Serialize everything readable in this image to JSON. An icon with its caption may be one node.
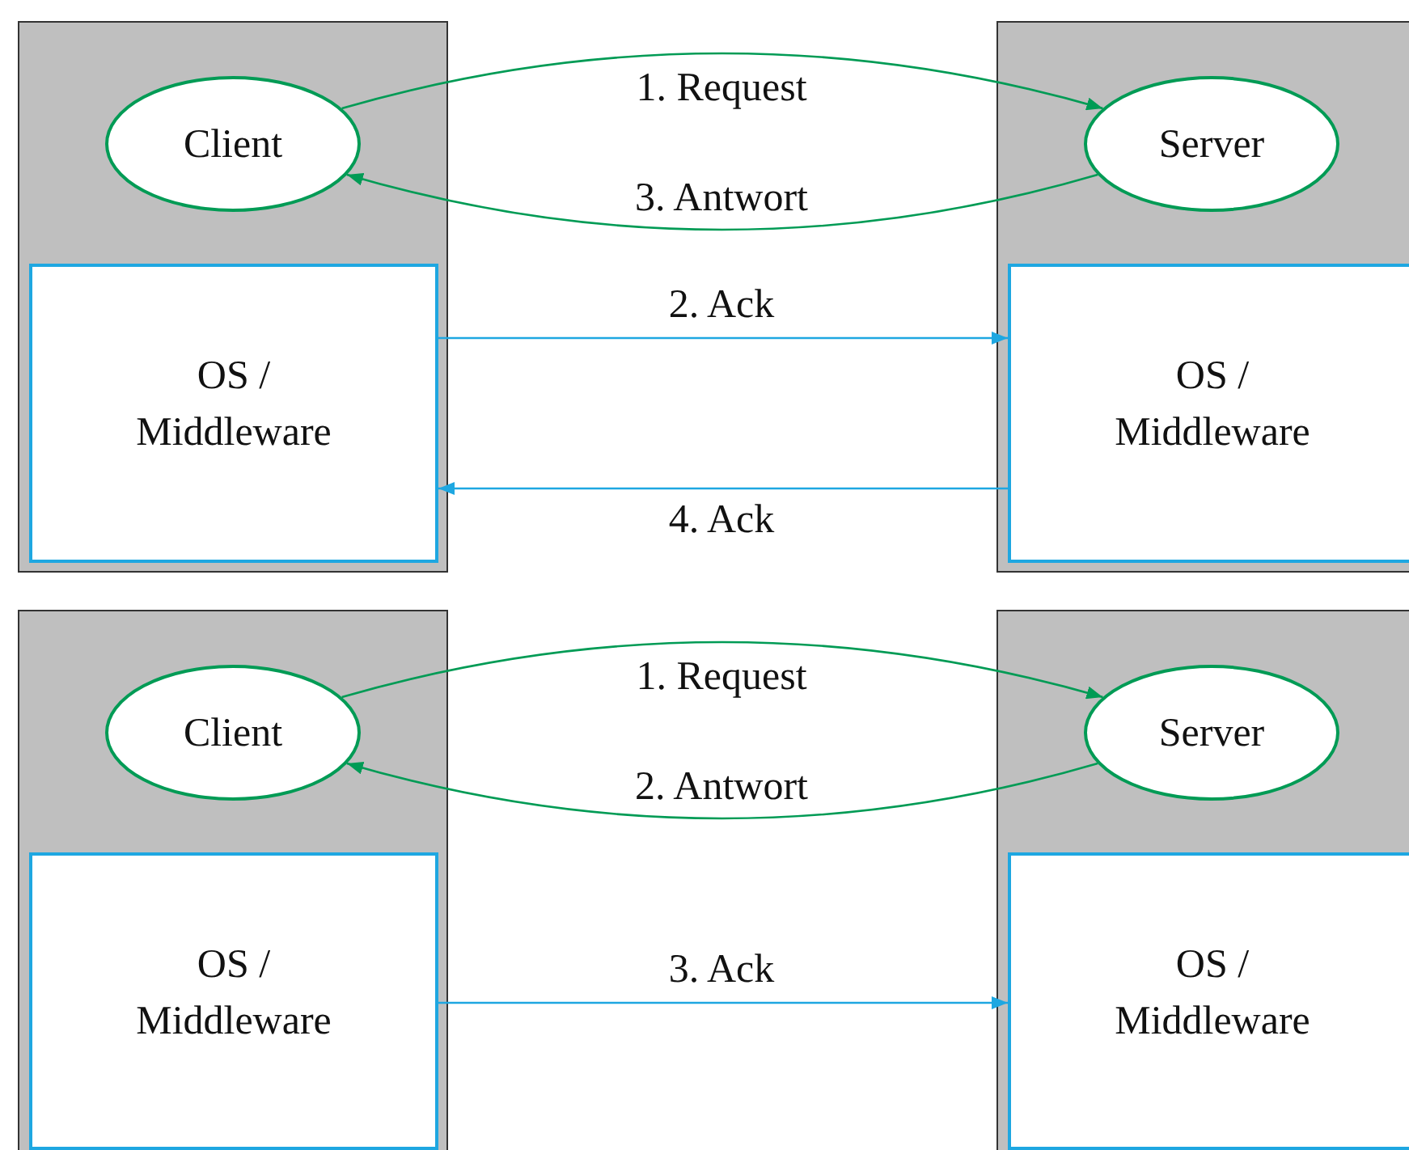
{
  "diagram": {
    "nodes": [
      {
        "text": [],
        "shape": "box"
      },
      {
        "text": [
          "Client"
        ],
        "in": 0
      },
      {
        "text": [
          "OS / Middleware"
        ],
        "in": 0
      },
      {
        "text": [],
        "shape": "box"
      },
      {
        "text": [
          "Server"
        ],
        "in": 3
      },
      {
        "text": [
          "OS / Middleware"
        ],
        "in": 3
      },
      {
        "text": [],
        "shape": "box"
      },
      {
        "text": [
          "Client"
        ],
        "in": 6
      },
      {
        "text": [
          "OS / Middleware"
        ],
        "in": 6
      },
      {
        "text": [],
        "shape": "box"
      },
      {
        "text": [
          "Server"
        ],
        "in": 9
      },
      {
        "text": [
          "OS / Middleware"
        ],
        "in": 9
      }
    ],
    "edges": [
      {
        "from": 1,
        "to": 4,
        "arrow": "to",
        "label": "1. Request"
      },
      {
        "from": 4,
        "to": 1,
        "arrow": "to",
        "label": "3. Antwort"
      },
      {
        "from": 2,
        "to": 5,
        "arrow": "to",
        "label": "2. Ack",
        "color": "#1ea7e1"
      },
      {
        "from": 5,
        "to": 2,
        "arrow": "to",
        "label": "4. Ack",
        "color": "#1ea7e1"
      },
      {
        "from": 7,
        "to": 10,
        "arrow": "to",
        "label": "1. Request"
      },
      {
        "from": 10,
        "to": 7,
        "arrow": "to",
        "label": "2. Antwort"
      },
      {
        "from": 8,
        "to": 11,
        "arrow": "to",
        "label": "3. Ack",
        "color": "#1ea7e1"
      }
    ]
  }
}
